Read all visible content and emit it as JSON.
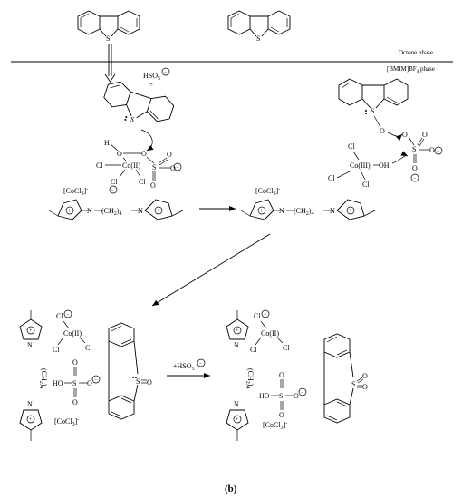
{
  "phases": {
    "octane": "Octone phase",
    "ionic_liquid_main": "[BMIM]BF",
    "ionic_liquid_sub": "4",
    "ionic_liquid_tail": " phase"
  },
  "atoms": {
    "sulfur": "S",
    "oxygen": "O",
    "hydrogen": "H",
    "chlorine": "Cl",
    "cobalt": "Co(II)",
    "cobalt3": "Co(III)",
    "hydroxide": "OH",
    "hydroxyl_prefix": "HO",
    "nitrogen": "N",
    "plus": "+",
    "minus": "−"
  },
  "labels": {
    "hso5_main": "HSO",
    "hso5_sub": "5",
    "plus_sign": "+",
    "cocl3": "[CoCl",
    "cocl3_sub": "3",
    "cocl3_close": "]",
    "cocl3_charge": "-",
    "chain_a": "(CH",
    "chain_sub": "2",
    "chain_b": ")",
    "chain_sub2": "4",
    "reagent_main": "+HSO",
    "reagent_sub": "5",
    "panel_label": "(b)"
  }
}
